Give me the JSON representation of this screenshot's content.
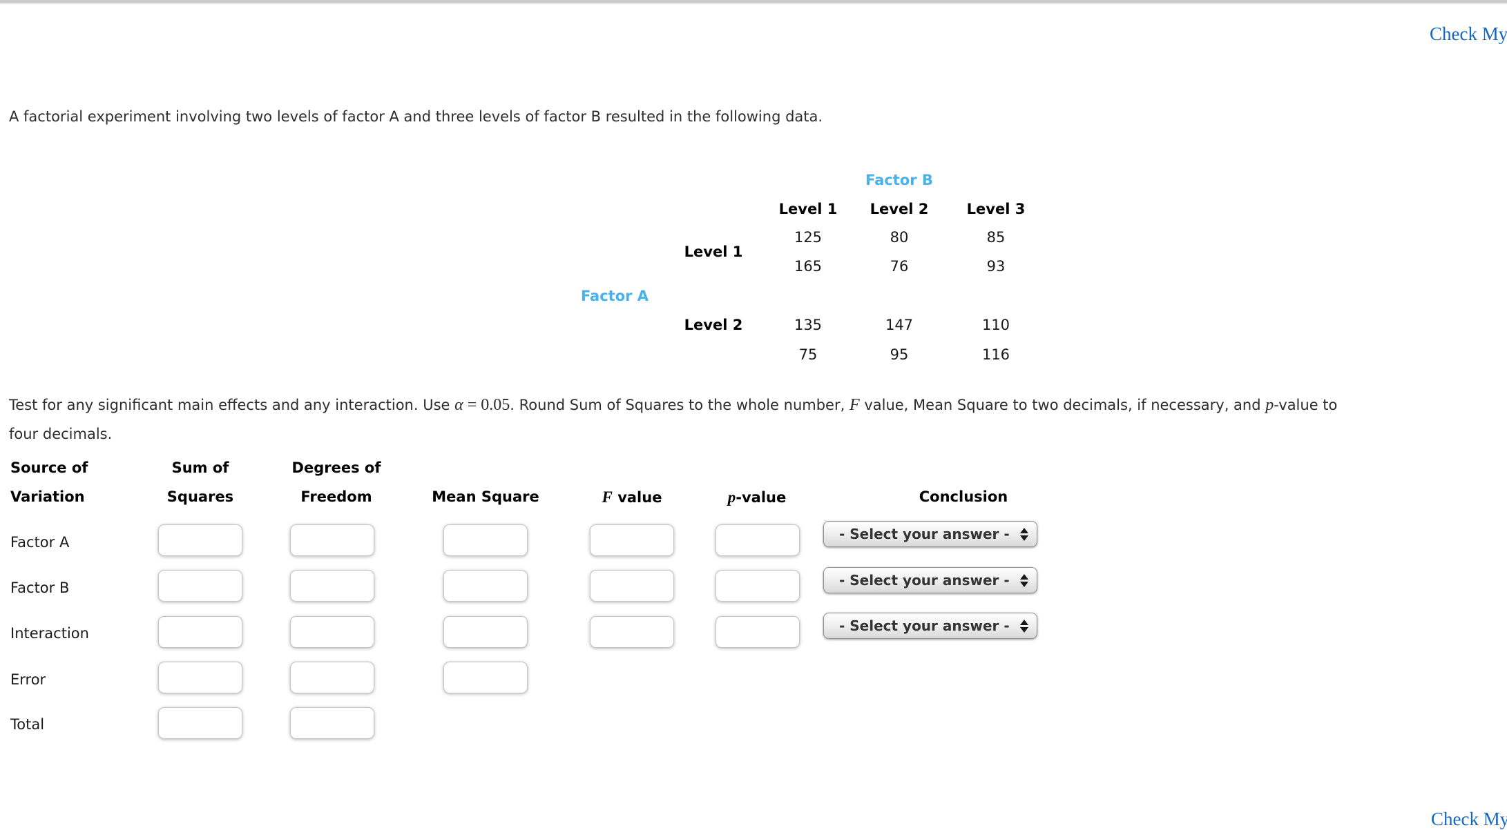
{
  "page": {
    "check_link_label": "Check My Work"
  },
  "intro_text": "A factorial experiment involving two levels of factor A and three levels of factor B resulted in the following data.",
  "factor_table": {
    "factor_b_label": "Factor B",
    "factor_a_label": "Factor A",
    "col_headers": [
      "Level 1",
      "Level 2",
      "Level 3"
    ],
    "row_groups": [
      {
        "label": "Level 1",
        "line1": [
          "125",
          "80",
          "85"
        ],
        "line2": [
          "165",
          "76",
          "93"
        ]
      },
      {
        "label": "Level 2",
        "line1": [
          "135",
          "147",
          "110"
        ],
        "line2": [
          "75",
          "95",
          "116"
        ]
      }
    ]
  },
  "instruction": {
    "seg1": "Test for any significant main effects and any interaction. Use ",
    "alpha_sym": "α",
    "equals": " = ",
    "alpha_value": "0.05",
    "seg2": ". Round Sum of Squares to the whole number, ",
    "f_sym": "F",
    "seg3": " value, Mean Square to two decimals, if necessary, and ",
    "p_sym": "p",
    "seg4": "-value to",
    "line2": "four decimals."
  },
  "anova": {
    "headers": {
      "source_line1": "Source of",
      "source_line2": "Variation",
      "ss_line1": "Sum of",
      "ss_line2": "Squares",
      "df_line1": "Degrees of",
      "df_line2": "Freedom",
      "ms": "Mean Square",
      "f_sym": "F",
      "f_rest": " value",
      "p_sym": "p",
      "p_rest": "-value",
      "conclusion": "Conclusion"
    },
    "row_labels": [
      "Factor A",
      "Factor B",
      "Interaction",
      "Error",
      "Total"
    ],
    "select_placeholder": "- Select your answer -"
  },
  "colors": {
    "factor_label_blue": "#47b2ec",
    "link_blue": "#1467c1"
  }
}
